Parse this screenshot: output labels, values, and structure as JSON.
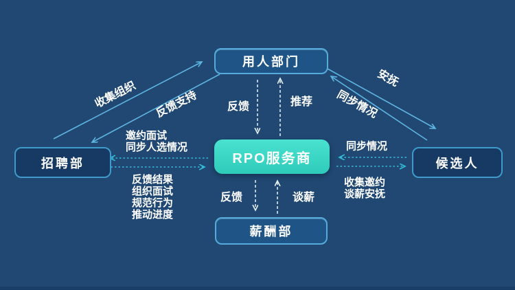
{
  "colors": {
    "background": "#204872",
    "rpo_box": "#3CDCC8",
    "blue_box_fill": "#1E5586",
    "dark_box_fill": "#163A63",
    "box_border": "#55ABDA",
    "diagonal_arrow": "#5FB5E2",
    "horizontal_arrow": "#35BEDC",
    "vertical_arrow": "#E8F2F8",
    "text": "#FFFFFF"
  },
  "nodes": {
    "hiring_department": {
      "label": "用人部门"
    },
    "rpo_provider": {
      "label": "RPO服务商"
    },
    "recruitment_department": {
      "label": "招聘部"
    },
    "candidate": {
      "label": "候选人"
    },
    "compensation_department": {
      "label": "薪酬部"
    }
  },
  "edges": {
    "recruit_to_hiring": {
      "label": "收集组织"
    },
    "hiring_to_recruit": {
      "label": "反馈支持"
    },
    "hiring_to_candidate": {
      "label": "安抚"
    },
    "candidate_to_hiring": {
      "label": "同步情况"
    },
    "hiring_to_rpo": {
      "label": "反馈"
    },
    "rpo_to_hiring": {
      "label": "推荐"
    },
    "rpo_to_recruit": {
      "lines": [
        "邀约面试",
        "同步人选情况"
      ]
    },
    "recruit_to_rpo": {
      "lines": [
        "反馈结果",
        "组织面试",
        "规范行为",
        "推动进度"
      ]
    },
    "candidate_to_rpo": {
      "label": "同步情况"
    },
    "rpo_to_candidate": {
      "lines": [
        "收集邀约",
        "谈薪安抚"
      ]
    },
    "rpo_to_compensation": {
      "label": "反馈"
    },
    "compensation_to_rpo": {
      "label": "谈薪"
    }
  }
}
